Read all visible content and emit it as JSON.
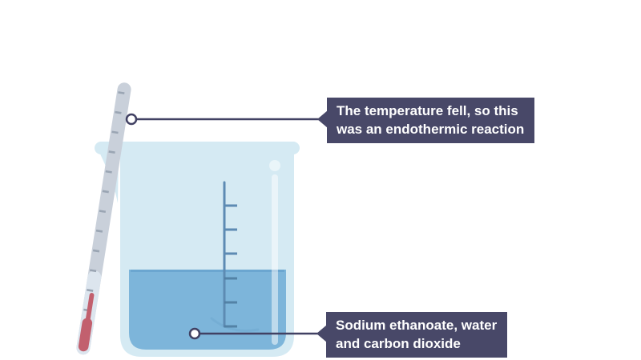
{
  "callouts": {
    "endothermic": {
      "line1": "The temperature fell, so this",
      "line2": "was an endothermic reaction"
    },
    "products": {
      "line1": "Sodium ethanoate, water",
      "line2": "and carbon dioxide"
    }
  },
  "colors": {
    "background": "#ffffff",
    "label_box": "#484868",
    "label_text": "#ffffff",
    "callout_line": "#414163",
    "beaker_glass": "#d5eaf3",
    "liquid": "#7db5da",
    "liquid_surface_edge": "#6ba6d0",
    "graduation_scale": "#5d8bb3",
    "thermometer_stem": "#c9d0da",
    "thermometer_stem_submerged": "#dce5ee",
    "thermometer_ticks": "#9aa5b3",
    "mercury_red": "#c2606e"
  }
}
